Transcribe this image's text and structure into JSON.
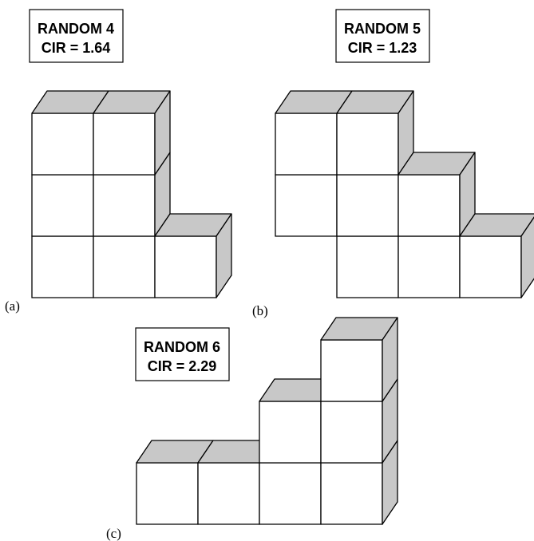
{
  "colors": {
    "shade": "#c8c8c8",
    "line": "#000000",
    "background": "#ffffff"
  },
  "panels": [
    {
      "id": "a",
      "panel_label": "(a)",
      "title_line1": "RANDOM 4",
      "title_line2": "CIR = 1.64",
      "columns": [
        3,
        3,
        1
      ]
    },
    {
      "id": "b",
      "panel_label": "(b)",
      "title_line1": "RANDOM 5",
      "title_line2": "CIR = 1.23",
      "columns": [
        2,
        3,
        2,
        1
      ],
      "column_bases": [
        1,
        0,
        0,
        0
      ]
    },
    {
      "id": "c",
      "panel_label": "(c)",
      "title_line1": "RANDOM 6",
      "title_line2": "CIR = 2.29",
      "columns": [
        1,
        1,
        2,
        3
      ]
    }
  ]
}
